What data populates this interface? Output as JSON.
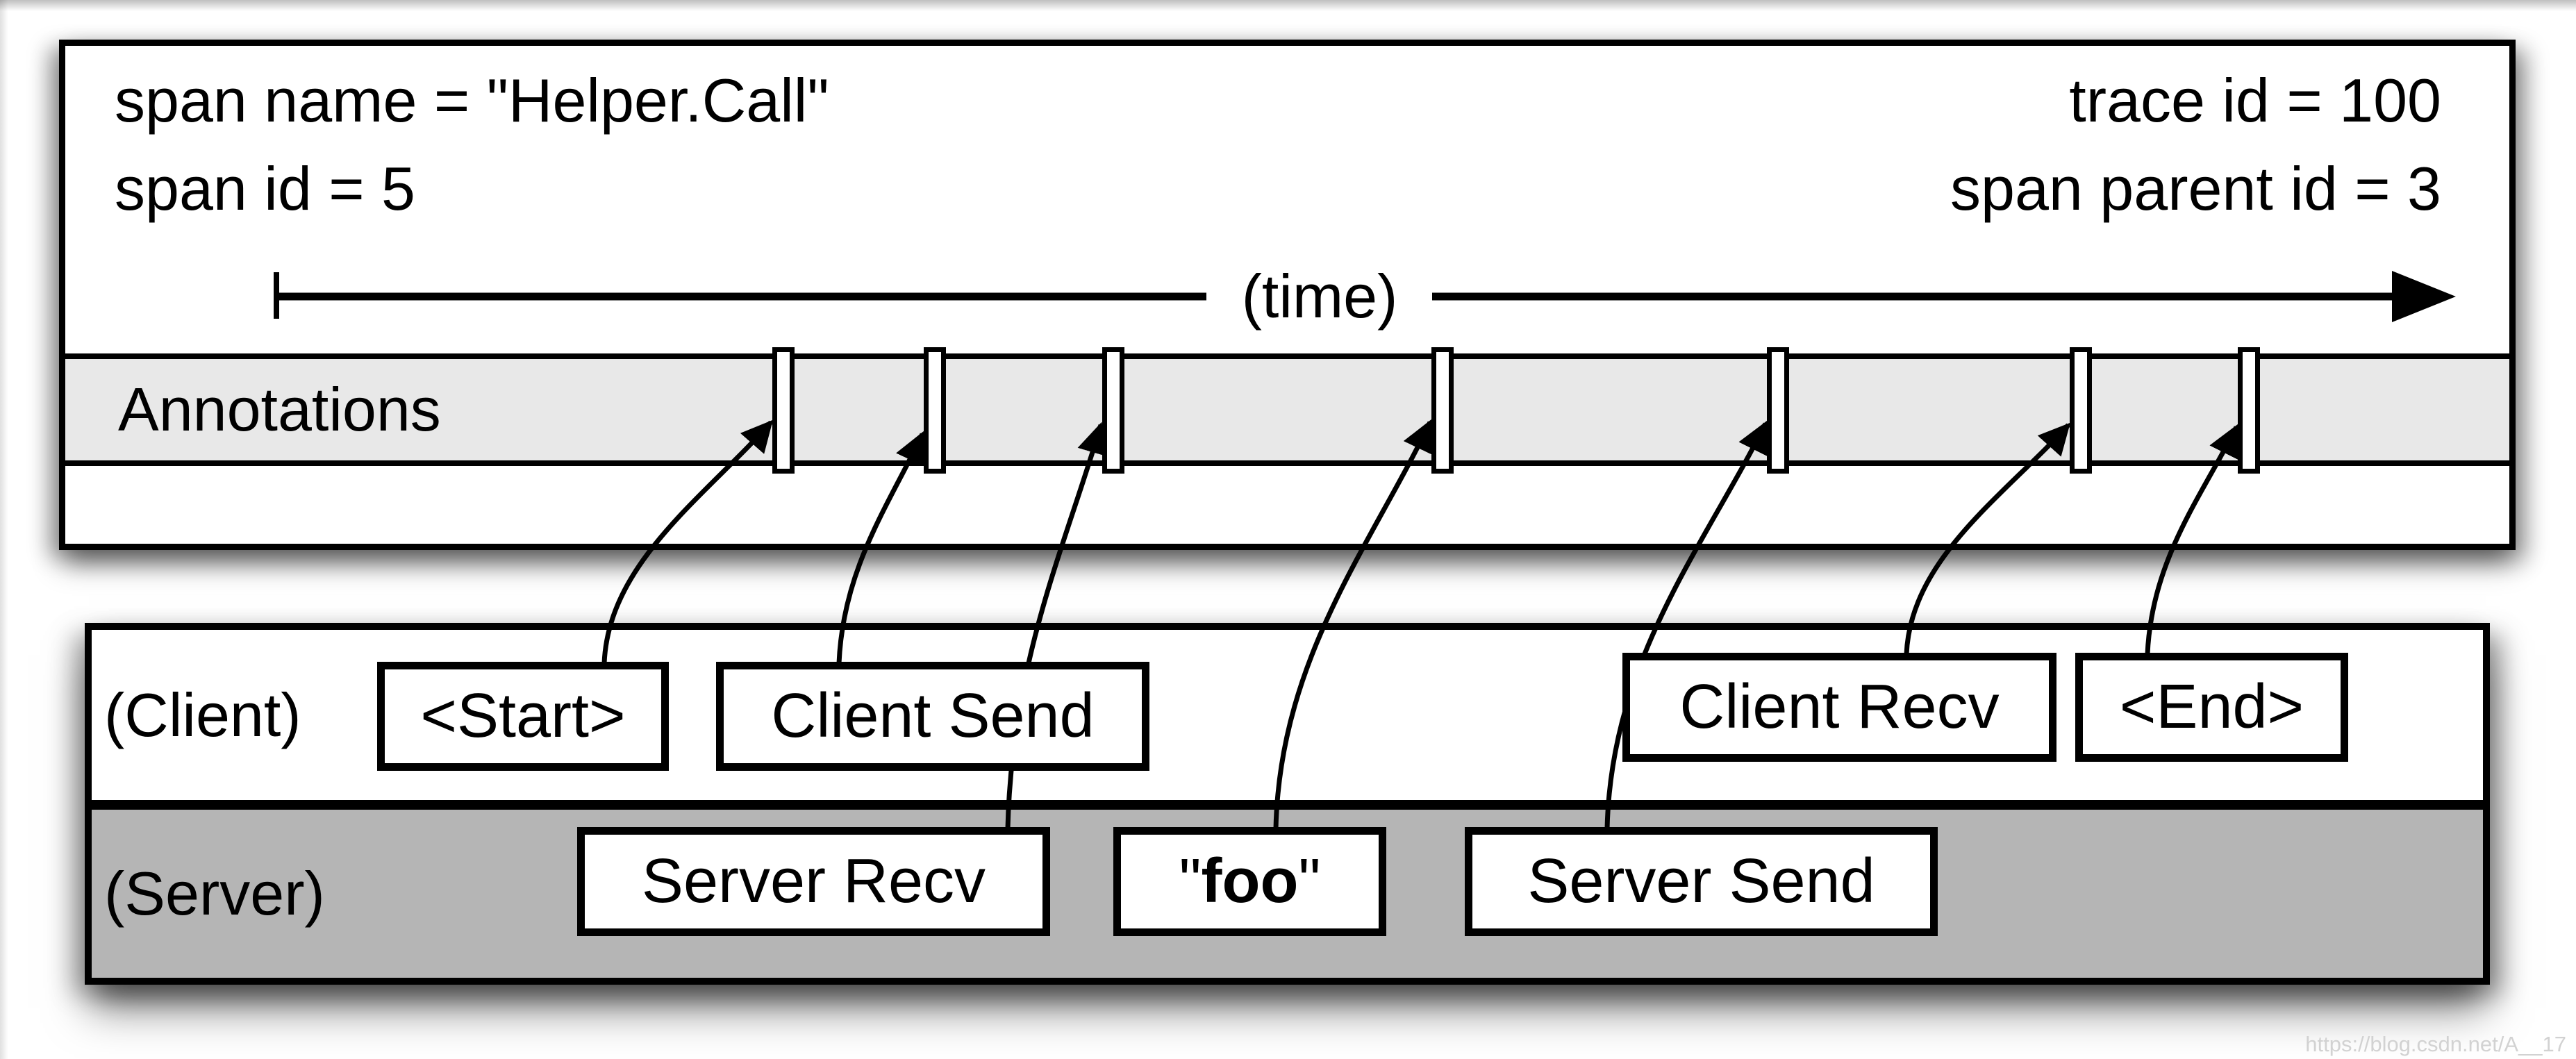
{
  "span_panel": {
    "span_name_line": "span name = \"Helper.Call\"",
    "span_id_line": "span id = 5",
    "trace_id_line": "trace id = 100",
    "span_parent_id_line": "span parent id = 3"
  },
  "timeline": {
    "time_label": "(time)",
    "annotations_label": "Annotations",
    "annotation_mark_count": 7
  },
  "lanes": {
    "client_label": "(Client)",
    "server_label": "(Server)"
  },
  "events": [
    {
      "label": "<Start>",
      "lane": "client",
      "mark_index": 0
    },
    {
      "label": "Client Send",
      "lane": "client",
      "mark_index": 1
    },
    {
      "label": "Server Recv",
      "lane": "server",
      "mark_index": 2
    },
    {
      "label_open_quote": "\"",
      "label_core": "foo",
      "label_close_quote": "\"",
      "lane": "server",
      "mark_index": 3
    },
    {
      "label": "Server Send",
      "lane": "server",
      "mark_index": 4
    },
    {
      "label": "Client Recv",
      "lane": "client",
      "mark_index": 5
    },
    {
      "label": "<End>",
      "lane": "client",
      "mark_index": 6
    }
  ],
  "watermark": "https://blog.csdn.net/A__17",
  "colors": {
    "line_black": "#000000",
    "annotations_band_gray": "#e8e8e8",
    "server_lane_gray": "#b5b5b5",
    "box_fill_white": "#ffffff",
    "watermark_gray": "#d2d2d2"
  }
}
